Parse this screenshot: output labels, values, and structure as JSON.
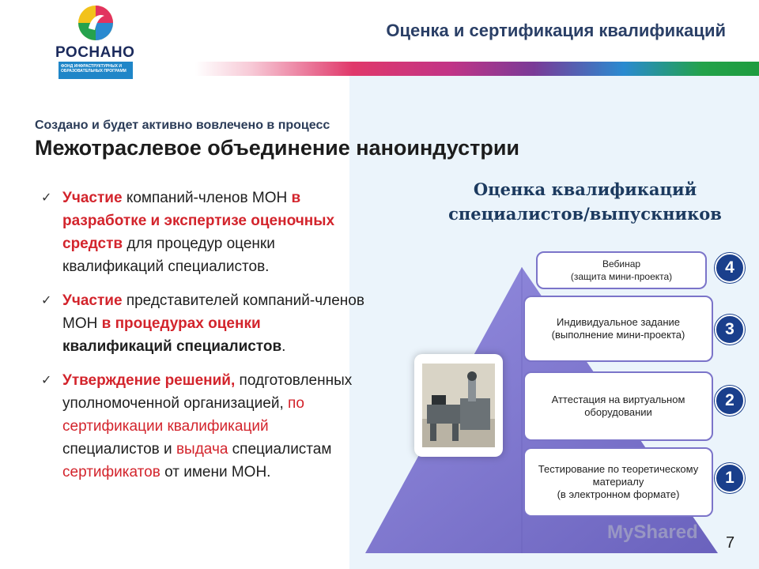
{
  "header": {
    "logo_name": "РОСНАНО",
    "logo_subtitle": "ФОНД ИНФРАСТРУКТУРНЫХ И ОБРАЗОВАТЕЛЬНЫХ ПРОГРАММ",
    "title": "Оценка и сертификация квалификаций"
  },
  "left": {
    "subtitle": "Создано и будет активно вовлечено в процесс",
    "heading": "Межотраслевое объединение наноиндустрии",
    "bullets": [
      {
        "p1_bold": "Участие",
        "p2": " компаний-членов МОН ",
        "p3_red": "в разработке и экспертизе оценочных средств",
        "p4": " для процедур оценки квалификаций специалистов."
      },
      {
        "p1_bold": "Участие",
        "p2": " представителей компаний-членов МОН ",
        "p3_red": "в процедурах оценки",
        "p4_bold": " квалификаций специалистов",
        "p5": "."
      },
      {
        "p1_bold": "Утверждение решений,",
        "p2": " подготовленных уполномоченной организацией, ",
        "p3_red": "по сертификации квалификаций",
        "p4": " специалистов и ",
        "p5_red": "выдача",
        "p6": " специалистам ",
        "p7_red": "сертификатов",
        "p8": " от имени МОН."
      }
    ]
  },
  "right": {
    "title_line1": "Оценка квалификаций",
    "title_line2": "специалистов/выпускников",
    "levels": [
      {
        "num": "4",
        "line1": "Вебинар",
        "line2": "(защита мини-проекта)"
      },
      {
        "num": "3",
        "line1": "Индивидуальное задание",
        "line2": "(выполнение мини-проекта)"
      },
      {
        "num": "2",
        "line1": "Аттестация на виртуальном",
        "line2": "оборудовании"
      },
      {
        "num": "1",
        "line1": "Тестирование по теоретическому материалу",
        "line2": "(в электронном формате)"
      }
    ]
  },
  "footer": {
    "watermark": "MyShared",
    "page_number": "7"
  },
  "colors": {
    "pyramid": "#7b74c9",
    "badge": "#1a3f8c",
    "accent_red": "#d3242c"
  }
}
